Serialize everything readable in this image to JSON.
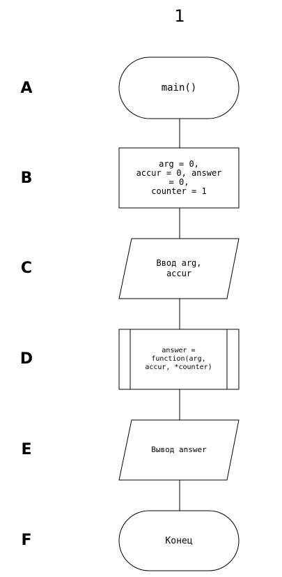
{
  "page_number": "1",
  "row_labels": [
    "A",
    "B",
    "C",
    "D",
    "E",
    "F"
  ],
  "nodes": {
    "start": "main()",
    "init": "arg = 0,\naccur = 0, answer\n= 0,\ncounter = 1",
    "input": "Ввод arg,\naccur",
    "call": "answer =\nfunction(arg,\naccur, *counter)",
    "output": "Вывод answer",
    "end": "Конец"
  }
}
